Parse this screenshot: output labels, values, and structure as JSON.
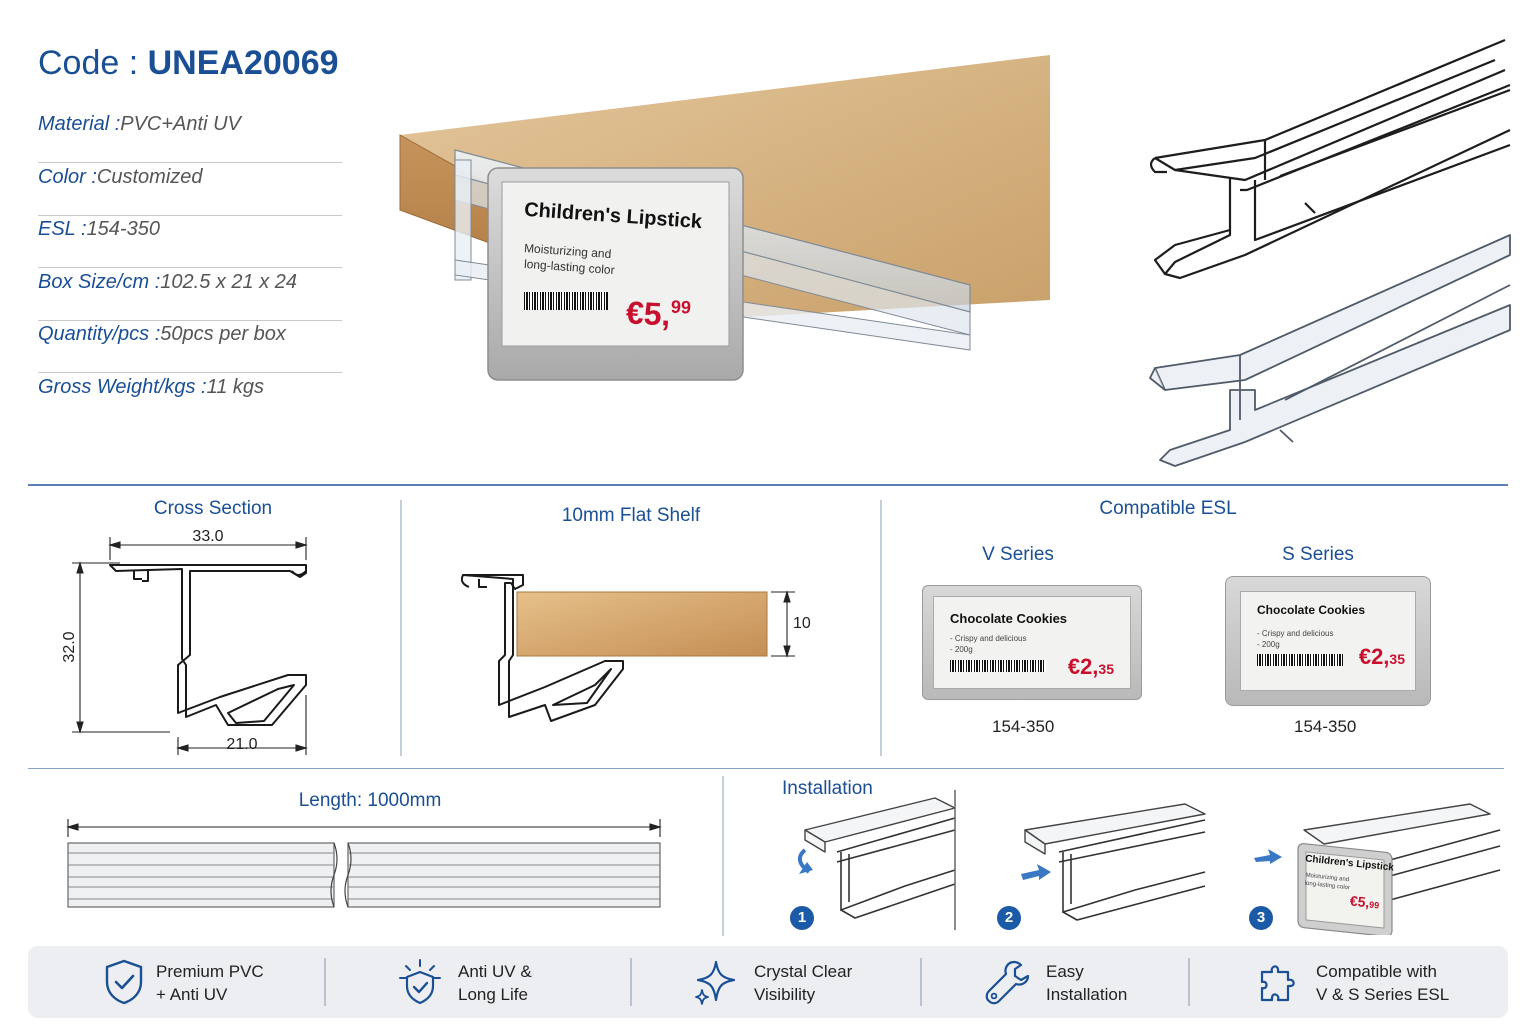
{
  "header": {
    "code_label": "Code : ",
    "code_value": "UNEA20069"
  },
  "specs": [
    {
      "label": "Material : ",
      "value": "PVC+Anti UV"
    },
    {
      "label": "Color : ",
      "value": "Customized"
    },
    {
      "label": "ESL : ",
      "value": "154-350"
    },
    {
      "label": "Box Size/cm : ",
      "value": "102.5 x 21 x 24"
    },
    {
      "label": "Quantity/pcs : ",
      "value": "50pcs per box"
    },
    {
      "label": "Gross Weight/kgs : ",
      "value": "11 kgs"
    }
  ],
  "hero_label": {
    "title": "Children's Lipstick",
    "line1": "Moisturizing and",
    "line2": "long-lasting color",
    "price_main": "€5,",
    "price_cents": "99"
  },
  "cross_section": {
    "title": "Cross Section",
    "width": "33.0",
    "height": "32.0",
    "bottom": "21.0"
  },
  "flat_shelf": {
    "title": "10mm Flat Shelf",
    "thickness": "10"
  },
  "compatible": {
    "title": "Compatible ESL",
    "series": [
      {
        "name": "V Series",
        "model": "154-350",
        "product": "Chocolate Cookies",
        "line1": "- Crispy and delicious",
        "line2": "- 200g",
        "price_main": "€2,",
        "price_cents": "35"
      },
      {
        "name": "S Series",
        "model": "154-350",
        "product": "Chocolate Cookies",
        "line1": "- Crispy and delicious",
        "line2": "- 200g",
        "price_main": "€2,",
        "price_cents": "35"
      }
    ]
  },
  "length": {
    "title": "Length: 1000mm"
  },
  "installation": {
    "title": "Installation",
    "steps": [
      "1",
      "2",
      "3"
    ],
    "step3_label": {
      "title": "Children's Lipstick",
      "line1": "Moisturizing and",
      "line2": "long-lasting color",
      "price_main": "€5,",
      "price_cents": "99"
    }
  },
  "features": [
    {
      "icon": "shield-check-icon",
      "line1": "Premium PVC",
      "line2": "+ Anti UV"
    },
    {
      "icon": "sun-shield-icon",
      "line1": "Anti UV &",
      "line2": "Long Life"
    },
    {
      "icon": "sparkle-icon",
      "line1": "Crystal Clear",
      "line2": "Visibility"
    },
    {
      "icon": "wrench-icon",
      "line1": "Easy",
      "line2": "Installation"
    },
    {
      "icon": "puzzle-icon",
      "line1": "Compatible with",
      "line2": "V & S Series ESL"
    }
  ],
  "colors": {
    "brand_blue": "#1a4f95",
    "price_red": "#c8102e",
    "footer_bg": "#eceef1"
  }
}
